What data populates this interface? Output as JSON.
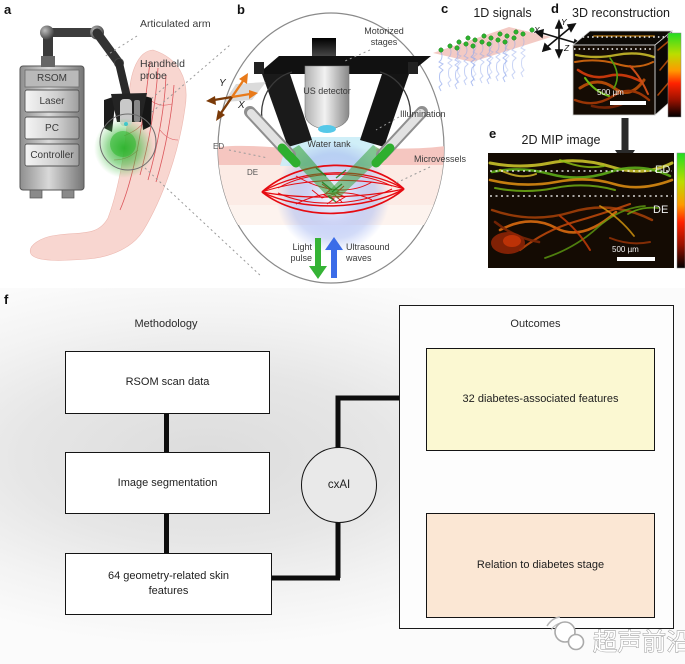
{
  "figure": {
    "panel_a": {
      "label": "a",
      "machine_title": "RSOM",
      "machine_modules": [
        "Laser",
        "PC",
        "Controller"
      ],
      "ann_arm": "Articulated arm",
      "ann_probe": "Handheld probe"
    },
    "panel_b": {
      "label": "b",
      "ann_stages": "Motorized stages",
      "ann_detector": "US detector",
      "ann_illumination": "Illumination",
      "ann_water": "Water tank",
      "ann_ed": "ED",
      "ann_de": "DE",
      "ann_vessels": "Microvessels",
      "ann_light": "Light pulse",
      "ann_us": "Ultrasound waves",
      "axis_x": "X",
      "axis_y": "Y"
    },
    "panel_c": {
      "label": "c",
      "title": "1D signals",
      "axis_x": "X",
      "axis_y": "Y",
      "axis_z": "Z"
    },
    "panel_d": {
      "label": "d",
      "title": "3D reconstruction",
      "scalebar": "500 µm"
    },
    "panel_e": {
      "label": "e",
      "title": "2D MIP image",
      "ed": "ED",
      "de": "DE",
      "scalebar": "500 µm"
    },
    "panel_f": {
      "label": "f",
      "methodology_title": "Methodology",
      "step1": "RSOM scan data",
      "step2": "Image segmentation",
      "step3": "64 geometry-related skin features",
      "model": "cxAI",
      "outcomes_title": "Outcomes",
      "outcome1": "32 diabetes-associated features",
      "outcome2": "Relation to diabetes stage"
    },
    "watermark": "超声前沿",
    "colors": {
      "outcome1_fill": "#fbf8d2",
      "outcome2_fill": "#fbe7d4",
      "vessel_red": "#e60b12",
      "laser_green": "#2faf2f",
      "ultrasound_blue": "#3b6ce8",
      "axis_orange": "#e87a1a",
      "skin_pink": "#f8d6d0",
      "colorbar": [
        "#22dd22",
        "#bbdd00",
        "#ff9900",
        "#ff2200",
        "#991100",
        "#000000"
      ]
    }
  }
}
